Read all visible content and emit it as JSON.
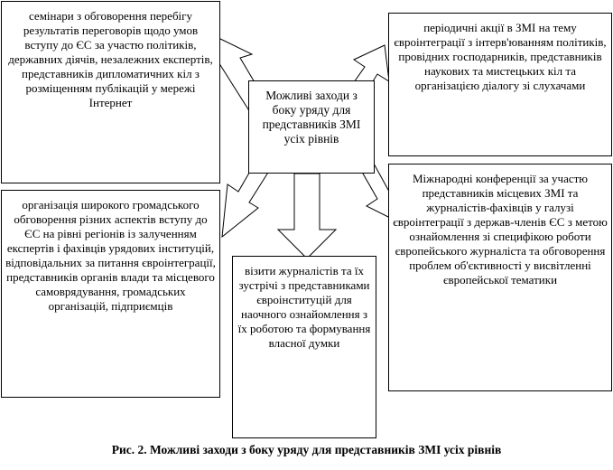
{
  "center": {
    "text": "Можливі заходи з боку уряду для представників ЗМІ усіх рівнів"
  },
  "boxes": {
    "top_left": "семінари з обговорення перебігу результатів переговорів щодо умов вступу до ЄС за участю політиків, державних діячів, незалежних експертів, представників дипломатичних кіл з розміщенням публікацій у мережі Інтернет",
    "top_right": "періодичні акції в ЗМІ на тему євроінтеграції з інтерв'юванням політиків, провідних господарників, представників наукових та мистецьких кіл та організацією діалогу зі слухачами",
    "middle_left": "організація широкого громадського обговорення різних аспектів вступу до ЄС на рівні регіонів із залученням експертів і фахівців урядових інституцій, відповідальних за питання євроінтеграції, представників органів влади та місцевого самоврядування, громадських організацій, підприємців",
    "bottom_center": "візити журналістів та їх зустрічі з представниками євроінституцій для наочного ознайомлення з їх роботою та формування власної думки",
    "bottom_right": "Міжнародні конференції за участю представників місцевих ЗМІ та журналістів-фахівців у галузі євроінтеграції з держав-членів ЄС з метою ознайомлення зі специфікою роботи європейського журналіста та обговорення проблем об'єктивності у висвітленні європейської тематики"
  },
  "caption": "Рис. 2. Можливі заходи з боку уряду для представників ЗМІ усіх рівнів"
}
